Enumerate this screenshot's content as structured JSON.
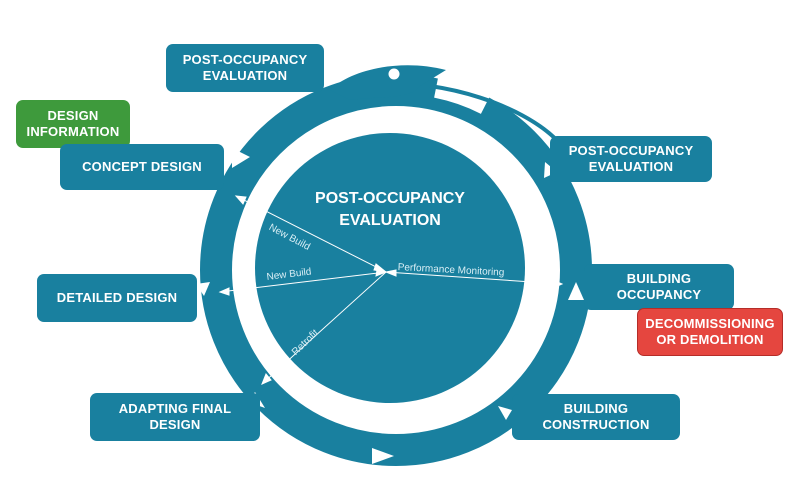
{
  "center": {
    "title_line1": "POST-OCCUPANCY",
    "title_line2": "EVALUATION"
  },
  "stages": {
    "poe_top_line1": "POST-OCCUPANCY",
    "poe_top_line2": "EVALUATION",
    "design_info_line1": "DESIGN",
    "design_info_line2": "INFORMATION",
    "concept_design": "CONCEPT DESIGN",
    "poe_right_line1": "POST-OCCUPANCY",
    "poe_right_line2": "EVALUATION",
    "building_occupancy_line1": "BUILDING",
    "building_occupancy_line2": "OCCUPANCY",
    "decommissioning_line1": "DECOMMISSIONING",
    "decommissioning_line2": "OR DEMOLITION",
    "detailed_design": "DETAILED DESIGN",
    "adapting_final_line1": "ADAPTING FINAL",
    "adapting_final_line2": "DESIGN",
    "building_construction_line1": "BUILDING",
    "building_construction_line2": "CONSTRUCTION"
  },
  "connectors": {
    "new_build_upper": "New Build",
    "new_build_lower": "New Build",
    "retrofit": "Retrofit",
    "performance_monitoring": "Performance Monitoring"
  },
  "colors": {
    "teal": "#19809f",
    "green": "#3e9a3c",
    "red": "#e5463f"
  }
}
